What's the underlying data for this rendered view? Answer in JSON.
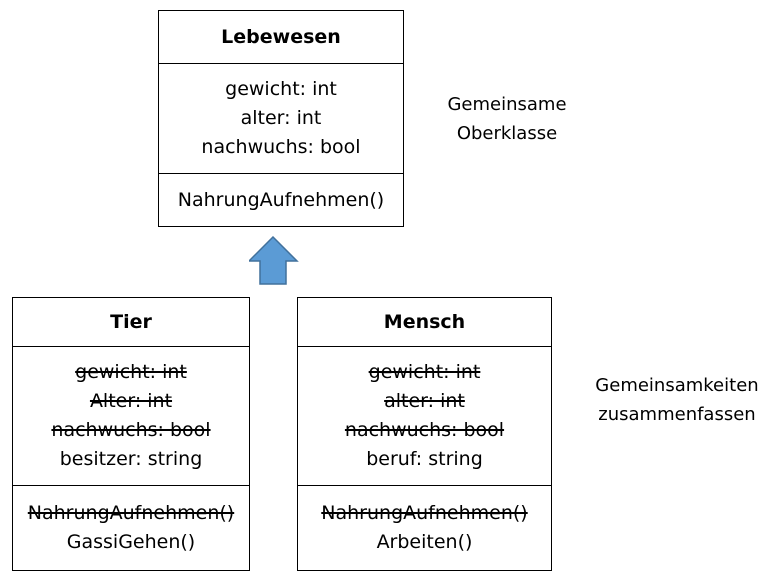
{
  "classes": {
    "lebewesen": {
      "name": "Lebewesen",
      "attributes": [
        {
          "text": "gewicht: int",
          "struck": false
        },
        {
          "text": "alter: int",
          "struck": false
        },
        {
          "text": "nachwuchs: bool",
          "struck": false
        }
      ],
      "methods": [
        {
          "text": "NahrungAufnehmen()",
          "struck": false
        }
      ]
    },
    "tier": {
      "name": "Tier",
      "attributes": [
        {
          "text": "gewicht: int",
          "struck": true
        },
        {
          "text": "Alter: int",
          "struck": true
        },
        {
          "text": "nachwuchs: bool",
          "struck": true
        },
        {
          "text": "besitzer: string",
          "struck": false
        }
      ],
      "methods": [
        {
          "text": "NahrungAufnehmen()",
          "struck": true
        },
        {
          "text": "GassiGehen()",
          "struck": false
        }
      ]
    },
    "mensch": {
      "name": "Mensch",
      "attributes": [
        {
          "text": "gewicht: int",
          "struck": true
        },
        {
          "text": "alter: int",
          "struck": true
        },
        {
          "text": "nachwuchs: bool",
          "struck": true
        },
        {
          "text": "beruf: string",
          "struck": false
        }
      ],
      "methods": [
        {
          "text": "NahrungAufnehmen()",
          "struck": true
        },
        {
          "text": "Arbeiten()",
          "struck": false
        }
      ]
    }
  },
  "notes": {
    "oberklasse": [
      "Gemeinsame",
      "Oberklasse"
    ],
    "zusammenfassen": [
      "Gemeinsamkeiten",
      "zusammenfassen"
    ]
  },
  "colors": {
    "arrow_fill": "#5B9BD5",
    "arrow_stroke": "#41719C"
  }
}
